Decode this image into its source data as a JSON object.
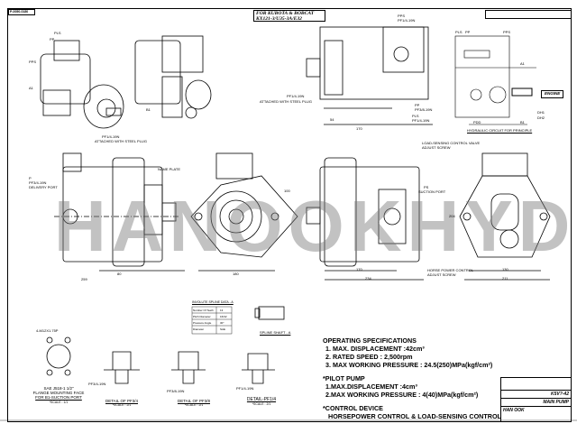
{
  "header": {
    "drawing_code": "P-0050-0180",
    "application_line1": "FOR KUBOTA & BOBCAT",
    "application_line2": "KX121-3/U35-3A/E32"
  },
  "watermark": "HANOOKHYD",
  "views": {
    "iso_labels": {
      "pls": "PLS",
      "pp": "PP",
      "pps": "PPS",
      "a1": "A1",
      "b1": "B1"
    },
    "top_view": {
      "pps_label": "PPS",
      "pps_port": "PF1/4-19N",
      "plug_label": "PF1/4-19N",
      "plug_note": "ATTACHED WITH STEEL PLUG",
      "pp_label": "PP",
      "pp_port": "PF3/8-19N",
      "pls_label": "PLS",
      "pls_port": "PF1/4-19N",
      "dim_54": "54",
      "dim_170": "170"
    },
    "side_view": {
      "plug_label": "PF1/4-19N",
      "plug_note": "ATTACHED WITH STEEL PLUG",
      "name_plate": "NAME PLATE",
      "p_label": "P",
      "p_port": "PF3/4-19N",
      "p_note": "DELIVERY PORT",
      "dim_a": "80",
      "dim_b": "259"
    },
    "front_view": {
      "dim_width": "180",
      "dim_height": "100"
    },
    "right_side_view": {
      "ps_label": "PS",
      "ps_note": "SUCTION PORT",
      "ls_note1": "LOAD-SENSING CONTROL VALVE",
      "ls_note2": "ADJUST SCREW",
      "hp_note1": "HORSE POWER CONTROL",
      "hp_note2": "ADJUST SCREW",
      "dim_170": "170",
      "dim_234": "234"
    },
    "rear_view": {
      "dim_a": "130",
      "dim_b": "211",
      "dim_h": "204"
    }
  },
  "circuit": {
    "title": "HYDRAULIC CIRCUIT FOR PRINCIPLE",
    "ports": [
      "PLS",
      "PP",
      "PPS",
      "A1",
      "DH1",
      "DH2",
      "PDD",
      "B1"
    ],
    "engine_label": "ENGINE"
  },
  "spline_table": {
    "title": "INVOLUTE SPLINE DATA - A",
    "rows": [
      [
        "Number Of Teeth",
        "13"
      ],
      [
        "Pitch Diameter",
        "16/32"
      ],
      [
        "Pressure Angle",
        "30°"
      ],
      [
        "Diameter",
        "SAE"
      ]
    ]
  },
  "spline_shaft": {
    "label": "SPLINE SHAFT - A"
  },
  "details": [
    {
      "title_lines": [
        "SAE J518-1 1/2\"",
        "FLANGE MOUNTING FACE",
        "FOR B1-SUCTION PORT"
      ],
      "scale": "*SCALE : 1/1",
      "note": "4-M12X1.75P"
    },
    {
      "title_lines": [
        "DETAIL OF PF3/4"
      ],
      "scale": "*SCALE : 2/1",
      "note": "PF3/4-19N"
    },
    {
      "title_lines": [
        "DETAIL OF PF3/8"
      ],
      "scale": "*SCALE : 2/1",
      "note": "PF3/8-19N"
    },
    {
      "title_lines": [
        "DETAIL-PF1/4"
      ],
      "scale": "*SCALE : 2/1",
      "note": "PF1/4-19N"
    }
  ],
  "specs": {
    "heading": "OPERATING SPECIFICATIONS",
    "items": [
      "1. MAX. DISPLACEMENT :42cm³",
      "2. RATED SPEED : 2,500rpm",
      "3. MAX WORKING PRESSURE : 24.5(250)MPa(kgf/cm²)"
    ],
    "pilot_heading": "*PILOT PUMP",
    "pilot_items": [
      "1.MAX.DISPLACEMENT :4cm³",
      "2.MAX WORKING PRESSURE : 4(40)MPa(kgf/cm²)"
    ],
    "control_heading": "*CONTROL DEVICE",
    "control_text": "HORSEPOWER CONTROL & LOAD-SENSING CONTROL"
  },
  "title_block": {
    "model": "K5V?-42",
    "part": "MAIN PUMP",
    "company": "HAN OOK"
  }
}
